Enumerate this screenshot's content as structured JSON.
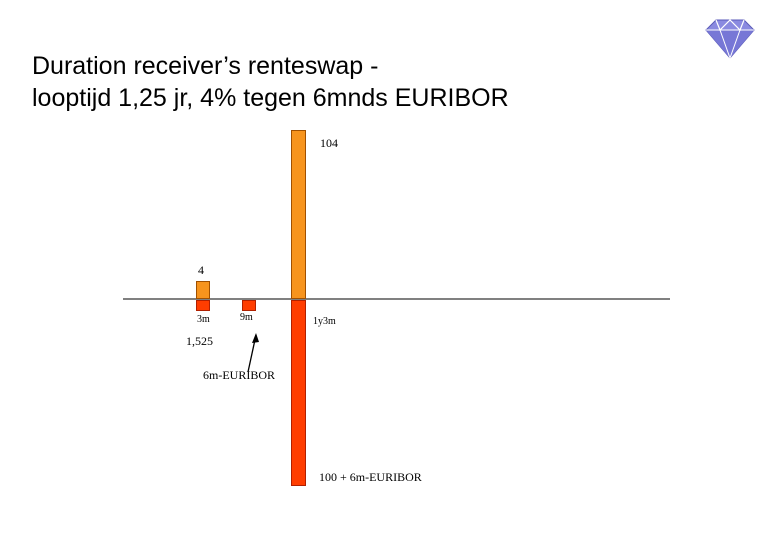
{
  "title": {
    "line1": "Duration receiver’s renteswap -",
    "line2": "looptijd 1,25 jr, 4% tegen 6mnds EURIBOR"
  },
  "logo_icon": "diamond-icon",
  "colors": {
    "fixed_leg": "#f7941d",
    "floating_leg": "#ff3d00",
    "axis": "#000000",
    "logo": "#8a8ae0"
  },
  "diagram": {
    "labels": {
      "fixed_3m": "4",
      "fixed_1y3m": "104",
      "float_3m": "1,525",
      "float_9m_annotation": "6m-EURIBOR",
      "float_1y3m": "100 + 6m-EURIBOR"
    },
    "ticks": [
      "3m",
      "9m",
      "1y3m"
    ],
    "cashflows": [
      {
        "time": "3m",
        "leg": "fixed",
        "amount": 4
      },
      {
        "time": "3m",
        "leg": "floating",
        "amount": -1.525
      },
      {
        "time": "9m",
        "leg": "floating",
        "amount": "6m-EURIBOR"
      },
      {
        "time": "1y3m",
        "leg": "fixed",
        "amount": 104
      },
      {
        "time": "1y3m",
        "leg": "floating",
        "amount": "100 + 6m-EURIBOR"
      }
    ]
  }
}
